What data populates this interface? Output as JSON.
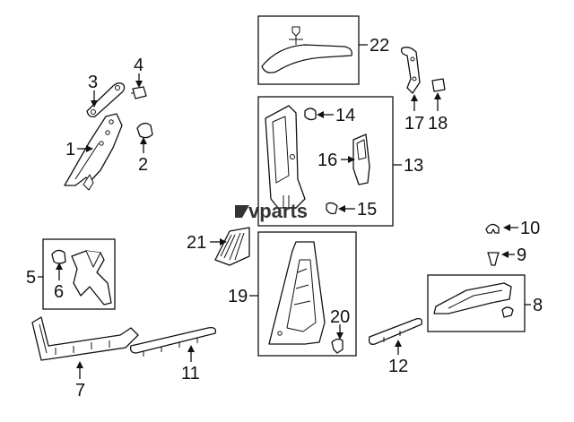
{
  "watermark": "vparts",
  "callouts": {
    "c1": "1",
    "c2": "2",
    "c3": "3",
    "c4": "4",
    "c5": "5",
    "c6": "6",
    "c7": "7",
    "c8": "8",
    "c9": "9",
    "c10": "10",
    "c11": "11",
    "c12": "12",
    "c13": "13",
    "c14": "14",
    "c15": "15",
    "c16": "16",
    "c17": "17",
    "c18": "18",
    "c19": "19",
    "c20": "20",
    "c21": "21",
    "c22": "22"
  },
  "colors": {
    "line": "#111111",
    "background": "#ffffff"
  }
}
